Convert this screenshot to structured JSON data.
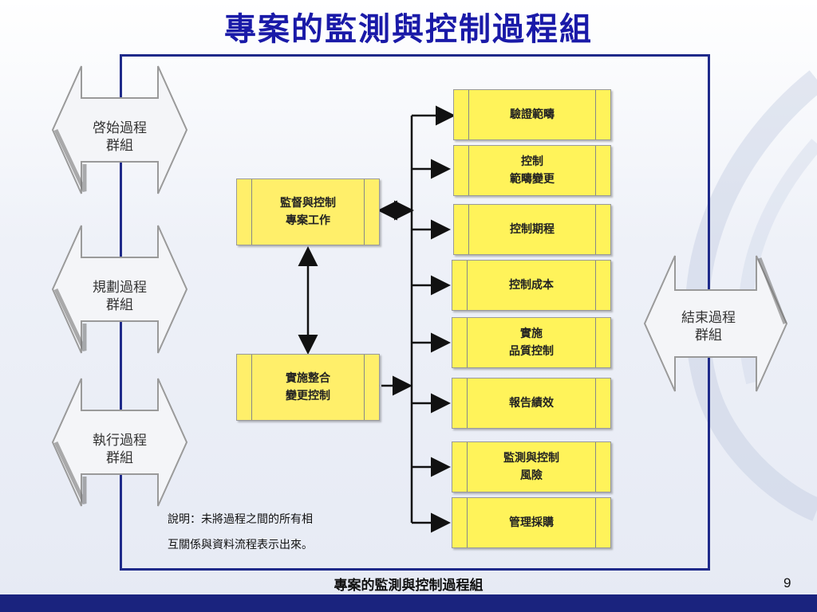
{
  "title": "專案的監測與控制過程組",
  "groups": {
    "initiating": "啓始過程\n群組",
    "planning": "規劃過程\n群組",
    "executing": "執行過程\n群組",
    "closing": "結束過程\n群組"
  },
  "center": {
    "monitor": "監督與控制\n專案工作",
    "integrated": "實施整合\n變更控制"
  },
  "processes": [
    "驗證範疇",
    "控制\n範疇變更",
    "控制期程",
    "控制成本",
    "實施\n品質控制",
    "報告績效",
    "監測與控制\n風險",
    "管理採購"
  ],
  "note": {
    "line1": "說明：未將過程之間的所有相",
    "line2": "互關係與資料流程表示出來。"
  },
  "footer": {
    "text": "專案的監測與控制過程組",
    "page": "9"
  }
}
